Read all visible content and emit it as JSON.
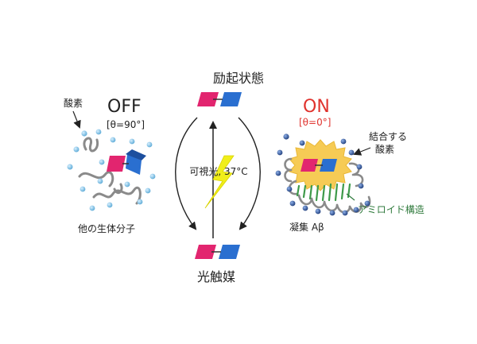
{
  "labels": {
    "excited_state": "励起状態",
    "photocatalyst": "光触媒",
    "visible_light": "可視光, 37°C",
    "off_title": "OFF",
    "off_angle": "[θ=90°]",
    "oxygen": "酸素",
    "other_biomolecules": "他の生体分子",
    "on_title": "ON",
    "on_angle": "[θ=0°]",
    "binding_oxygen_1": "結合する",
    "binding_oxygen_2": "酸素",
    "amyloid_structure": "アミロイド構造",
    "aggregate": "凝集 Aβ"
  },
  "colors": {
    "magenta": "#e2256f",
    "blue": "#2a6fd0",
    "on_red": "#e0332e",
    "green_label": "#2f7a3c",
    "bolt": "#f0ee1a",
    "burst": "#f6cb55",
    "oxygen_light": "#7cc3e8",
    "oxygen_dark": "#2b4f95",
    "fibril_gray": "#8a8a8a"
  }
}
